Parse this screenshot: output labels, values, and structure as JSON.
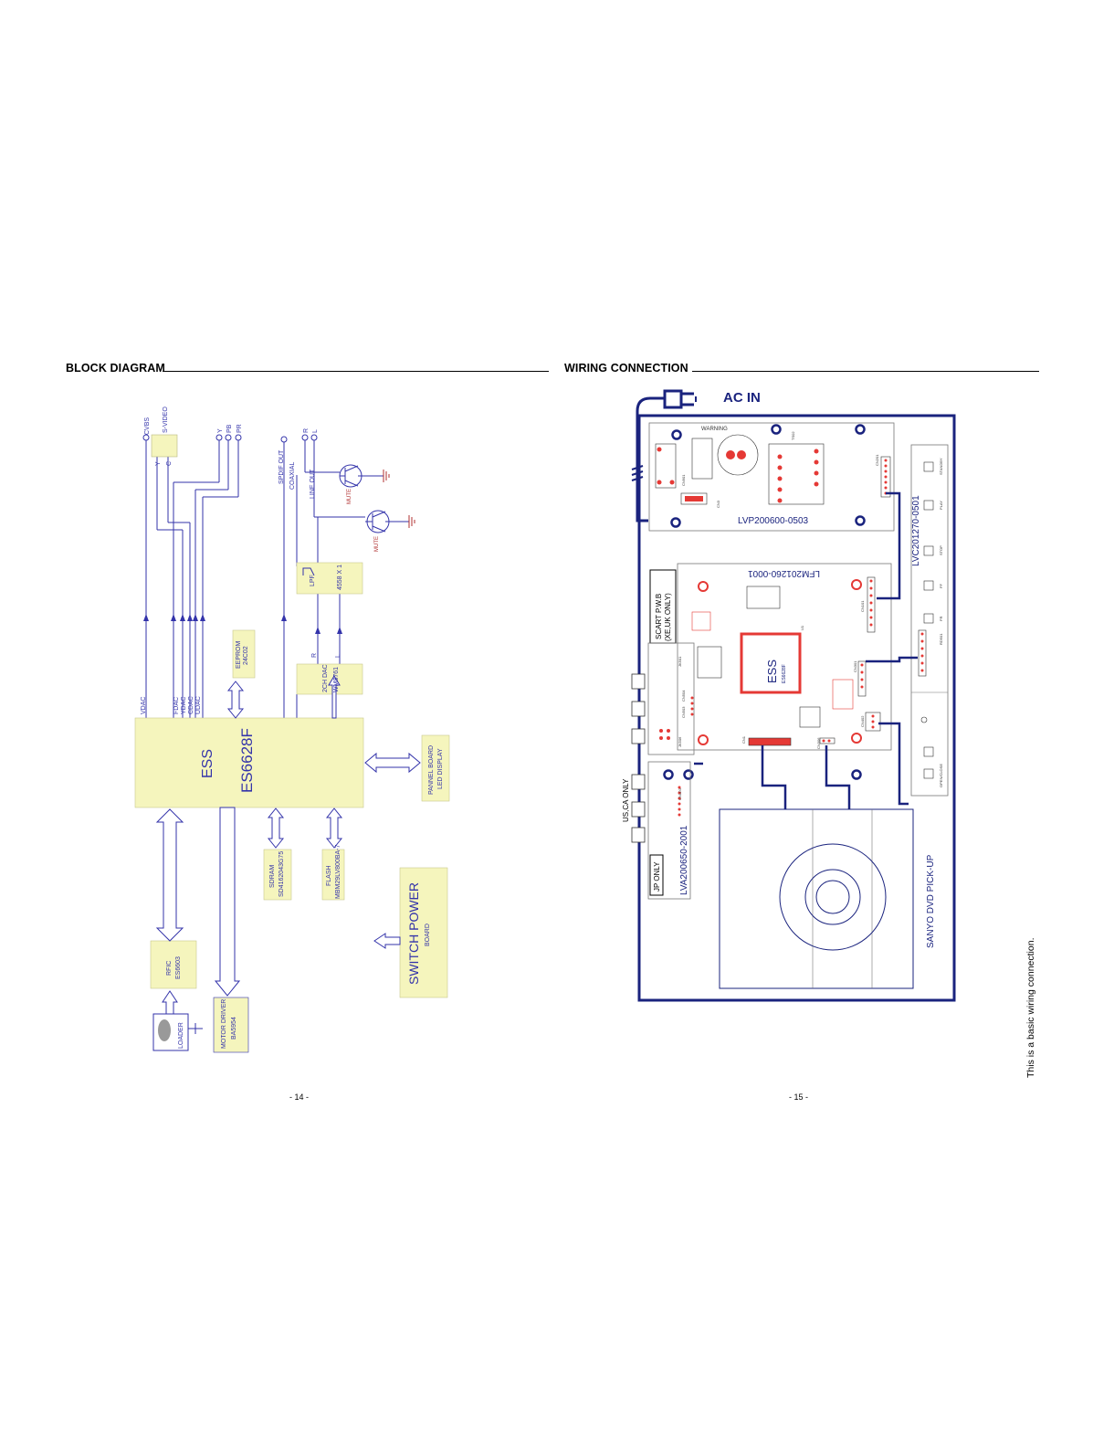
{
  "left": {
    "section_title": "BLOCK DIAGRAM",
    "page_number": "- 14 -",
    "blocks": {
      "main_chip_brand": "ESS",
      "main_chip_model": "ES6628F",
      "eeprom_l1": "EEPROM",
      "eeprom_l2": "24C02",
      "dac_l1": "2CH DAC",
      "dac_l2": "WM8761",
      "lpf_l1": "LPF",
      "lpf_l2": "4558 X 1",
      "panel_l1": "PANNEL BOARD",
      "panel_l2": "LED DISPLAY",
      "sdram_l1": "SDRAM",
      "sdram_l2": "SD4162043G75",
      "flash_l1": "FLASH",
      "flash_l2": "MBM29LV800BA-7",
      "rfic_l1": "RFIC",
      "rfic_l2": "ES6603",
      "loader": "LOADER",
      "motor_l1": "MOTOR DRIVER",
      "motor_l2": "BA5954",
      "power_l1": "SWITCH POWER",
      "power_l2": "BOARD"
    },
    "signals": {
      "cvbs": "CVBS",
      "svideo": "S-VIDEO",
      "y_small": "Y",
      "c_small": "C",
      "y": "Y",
      "pb": "PB",
      "pr": "PR",
      "spdif": "SPDIF OUT",
      "coaxial": "COAXIAL",
      "r": "R",
      "l": "L",
      "line_out": "LINE OUT",
      "mute1": "MUTE",
      "mute2": "MUTE",
      "vdac": "VDAC",
      "fdac": "FDAC",
      "ydac": "YDAC",
      "cdac": "CDAC",
      "udac": "UDAC",
      "dac_r": "R",
      "dac_l": "L"
    }
  },
  "right": {
    "section_title": "WIRING  CONNECTION",
    "page_number": "- 15 -",
    "ac_in": "AC  IN",
    "power_board": "LVP200600-0503",
    "warning": "WARNING",
    "main_board": "LFM201260-0001",
    "chip_brand": "ESS",
    "chip_model": "ES6628F",
    "scart_l1": "SCART P.W.B",
    "scart_l2": "(XE,UK ONLY)",
    "av_board": "LVA200650-2001",
    "jp_only": "JP ONLY",
    "usca_only": "US,CA ONLY",
    "pickup": "SANYO DVD PICK-UP",
    "panel_board": "LVC201270-0501",
    "buttons": [
      "STANDBY",
      "PLAY",
      "STOP",
      "FF",
      "FR",
      "OPEN/CLOSE"
    ],
    "note": "This is a basic wiring connection.",
    "connectors": [
      "CN201",
      "CN101",
      "CN301",
      "CN402",
      "CN1",
      "CN306",
      "CN503",
      "CN504",
      "JK501",
      "JK506",
      "CN1D1",
      "RD501",
      "CN901",
      "TS02",
      "CN3",
      "U1"
    ]
  },
  "colors": {
    "diagram_blue": "#3333aa",
    "wiring_navy": "#1a237e",
    "block_fill": "#f5f5bd",
    "pad_red": "#e53935",
    "rule": "#000000"
  }
}
